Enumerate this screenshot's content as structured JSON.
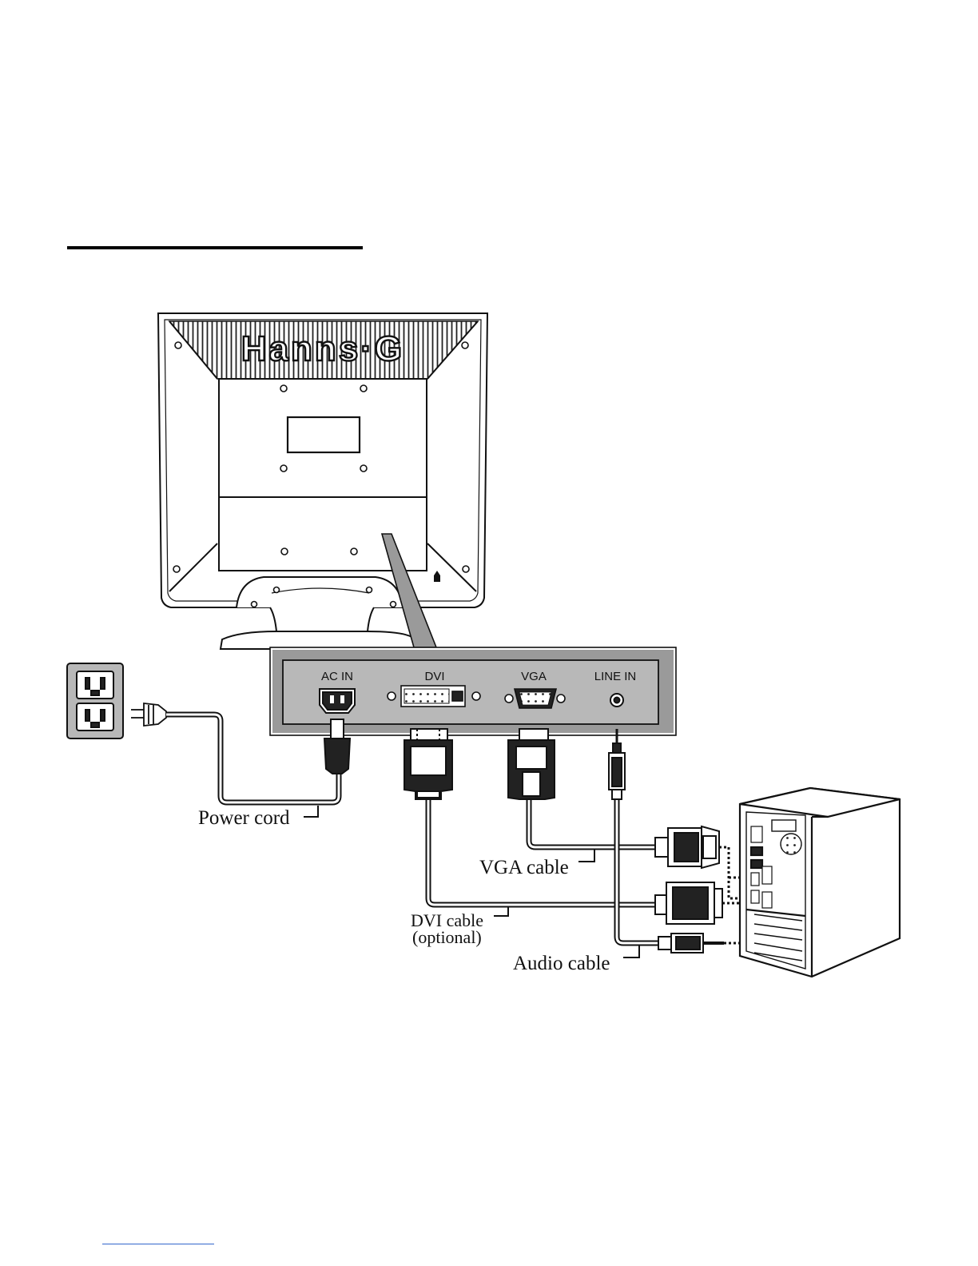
{
  "monitor": {
    "brand": "Hanns·G"
  },
  "ports": {
    "ac_in": "AC IN",
    "dvi": "DVI",
    "vga": "VGA",
    "line_in": "LINE IN"
  },
  "cables": {
    "power": "Power cord",
    "vga": "VGA cable",
    "dvi_line1": "DVI cable",
    "dvi_line2": "(optional)",
    "audio": "Audio cable"
  },
  "colors": {
    "ink": "#111111",
    "panel_fill": "#b8b8b8",
    "callout": "#9a9a9a"
  }
}
